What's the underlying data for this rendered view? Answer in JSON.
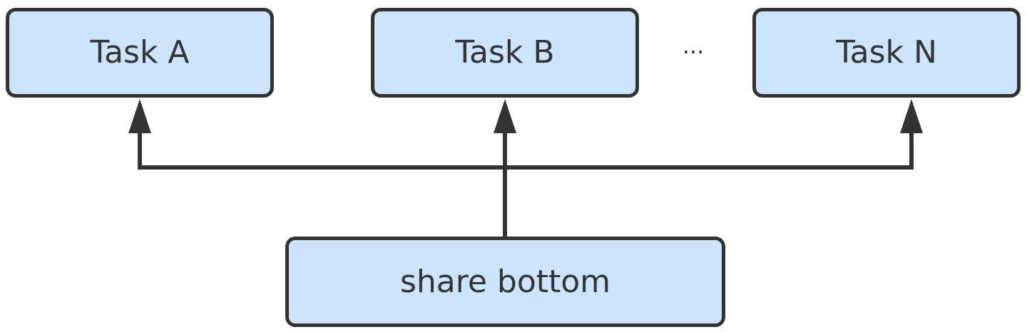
{
  "diagram": {
    "tasks": [
      {
        "id": "a",
        "label": "Task A"
      },
      {
        "id": "b",
        "label": "Task B"
      },
      {
        "id": "n",
        "label": "Task N"
      }
    ],
    "ellipsis": "...",
    "shared": {
      "label": "share bottom"
    },
    "colors": {
      "node_fill": "#cce5fc",
      "stroke": "#333333",
      "text": "#333333"
    }
  }
}
